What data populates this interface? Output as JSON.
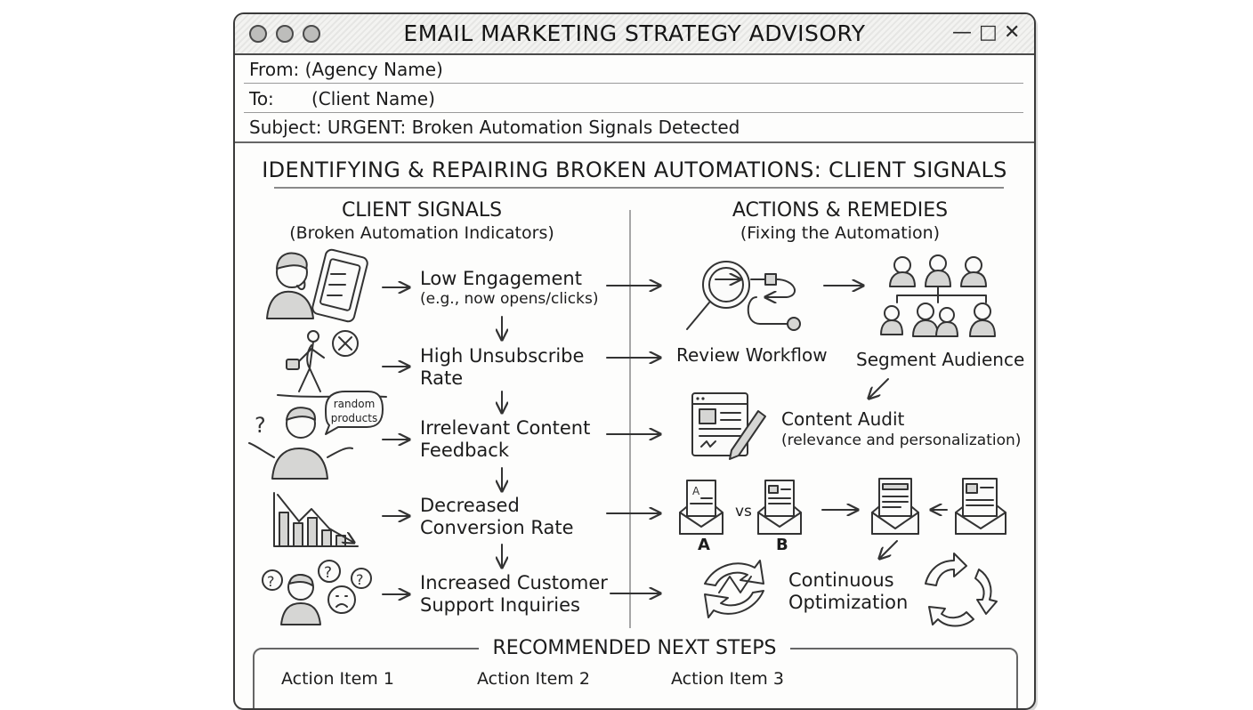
{
  "window": {
    "title": "EMAIL MARKETING STRATEGY ADVISORY",
    "controls": {
      "minimize": "—",
      "maximize": "□",
      "close": "✕"
    }
  },
  "email": {
    "from_label": "From:",
    "from_value": "(Agency Name)",
    "to_label": "To:",
    "to_value": "(Client Name)",
    "subject_label": "Subject:",
    "subject_value": "URGENT: Broken Automation Signals Detected"
  },
  "main_title": "IDENTIFYING & REPAIRING BROKEN AUTOMATIONS: CLIENT SIGNALS",
  "signals_column": {
    "heading": "CLIENT SIGNALS",
    "subheading": "(Broken Automation Indicators)",
    "items": [
      {
        "line1": "Low Engagement",
        "line2": "(e.g., now opens/clicks)",
        "icon": "person-phone-icon"
      },
      {
        "line1": "High Unsubscribe",
        "line2": "Rate",
        "icon": "person-leaving-icon"
      },
      {
        "line1": "Irrelevant Content",
        "line2": "Feedback",
        "icon": "confused-person-icon",
        "bubble": "random products"
      },
      {
        "line1": "Decreased",
        "line2": "Conversion Rate",
        "icon": "declining-chart-icon"
      },
      {
        "line1": "Increased Customer",
        "line2": "Support  Inquiries",
        "icon": "question-people-icon"
      }
    ]
  },
  "actions_column": {
    "heading": "ACTIONS & REMEDIES",
    "subheading": "(Fixing the Automation)",
    "review": "Review Workflow",
    "segment": "Segment Audience",
    "audit_title": "Content Audit",
    "audit_sub": "(relevance and personalization)",
    "ab_a": "A",
    "ab_b": "B",
    "ab_vs": "vs",
    "optimization_line1": "Continuous",
    "optimization_line2": "Optimization"
  },
  "next_steps": {
    "title": "RECOMMENDED NEXT STEPS",
    "items": [
      "Action Item 1",
      "Action Item 2",
      "Action Item 3"
    ]
  },
  "colors": {
    "ink": "#333333",
    "paper": "#fdfdfc",
    "fill": "#d6d6d4"
  }
}
